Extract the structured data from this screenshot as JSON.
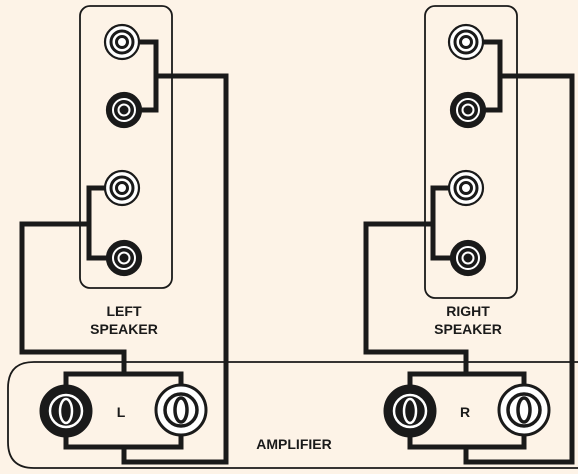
{
  "colors": {
    "background": "#fdf3e7",
    "panel_fill": "#fdf3e7",
    "stroke": "#1a1a1a",
    "dark_terminal": "#1a1a1a",
    "light_terminal": "#ffffff"
  },
  "left_speaker": {
    "label_line1": "LEFT",
    "label_line2": "SPEAKER"
  },
  "right_speaker": {
    "label_line1": "RIGHT",
    "label_line2": "SPEAKER"
  },
  "amplifier": {
    "label": "AMPLIFIER",
    "left_channel": "L",
    "right_channel": "R"
  },
  "icons": {
    "dark_terminal": "binding-post-negative-icon",
    "light_terminal": "binding-post-positive-icon"
  }
}
